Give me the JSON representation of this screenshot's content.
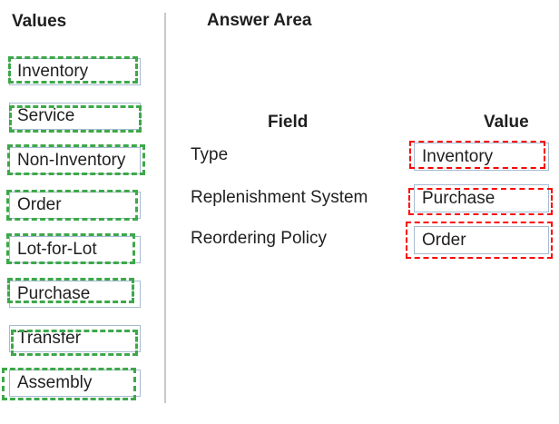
{
  "values_panel": {
    "title": "Values",
    "items": [
      "Inventory",
      "Service",
      "Non-Inventory",
      "Order",
      "Lot-for-Lot",
      "Purchase",
      "Transfer",
      "Assembly"
    ]
  },
  "answer_area": {
    "title": "Answer Area",
    "columns": {
      "field": "Field",
      "value": "Value"
    },
    "rows": [
      {
        "field": "Type",
        "value": "Inventory"
      },
      {
        "field": "Replenishment System",
        "value": "Purchase"
      },
      {
        "field": "Reordering Policy",
        "value": "Order"
      }
    ]
  },
  "colors": {
    "source_dashed_border": "#3DA84A",
    "target_dashed_border": "#FF0000",
    "box_border": "#A6BAD0"
  }
}
